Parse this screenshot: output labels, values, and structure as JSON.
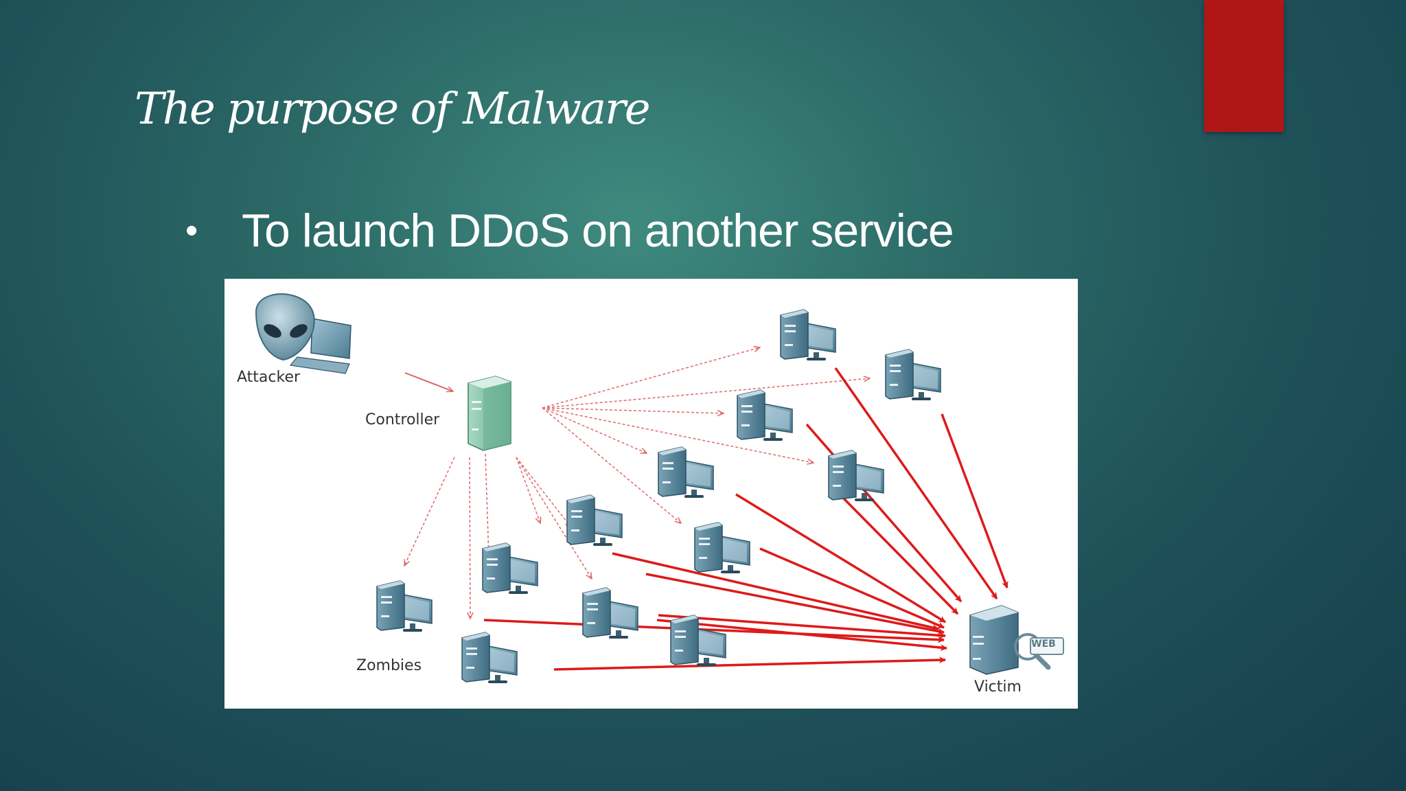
{
  "slide": {
    "title": "The purpose of Malware",
    "bullet": "To launch DDoS on another service"
  },
  "diagram": {
    "labels": {
      "attacker": "Attacker",
      "controller": "Controller",
      "zombies": "Zombies",
      "victim": "Victim",
      "web_badge": "WEB"
    },
    "nodes": [
      "attacker",
      "controller",
      "zombie-1",
      "zombie-2",
      "zombie-3",
      "zombie-4",
      "zombie-5",
      "zombie-6",
      "zombie-7",
      "zombie-8",
      "zombie-9",
      "zombie-10",
      "zombie-11",
      "zombie-12",
      "victim"
    ],
    "edges": {
      "command": [
        "attacker->controller"
      ],
      "control": [
        "controller->zombie-1",
        "controller->zombie-2",
        "controller->zombie-3",
        "controller->zombie-4",
        "controller->zombie-5",
        "controller->zombie-6",
        "controller->zombie-7",
        "controller->zombie-8",
        "controller->zombie-9",
        "controller->zombie-10",
        "controller->zombie-11",
        "controller->zombie-12"
      ],
      "attack": [
        "zombie-1->victim",
        "zombie-2->victim",
        "zombie-3->victim",
        "zombie-4->victim",
        "zombie-5->victim",
        "zombie-6->victim",
        "zombie-7->victim",
        "zombie-8->victim",
        "zombie-9->victim",
        "zombie-10->victim",
        "zombie-11->victim",
        "zombie-12->victim"
      ]
    }
  },
  "colors": {
    "accent_bar": "#b01616",
    "control_arrow": "#e07070",
    "attack_arrow": "#dd1a1a"
  }
}
